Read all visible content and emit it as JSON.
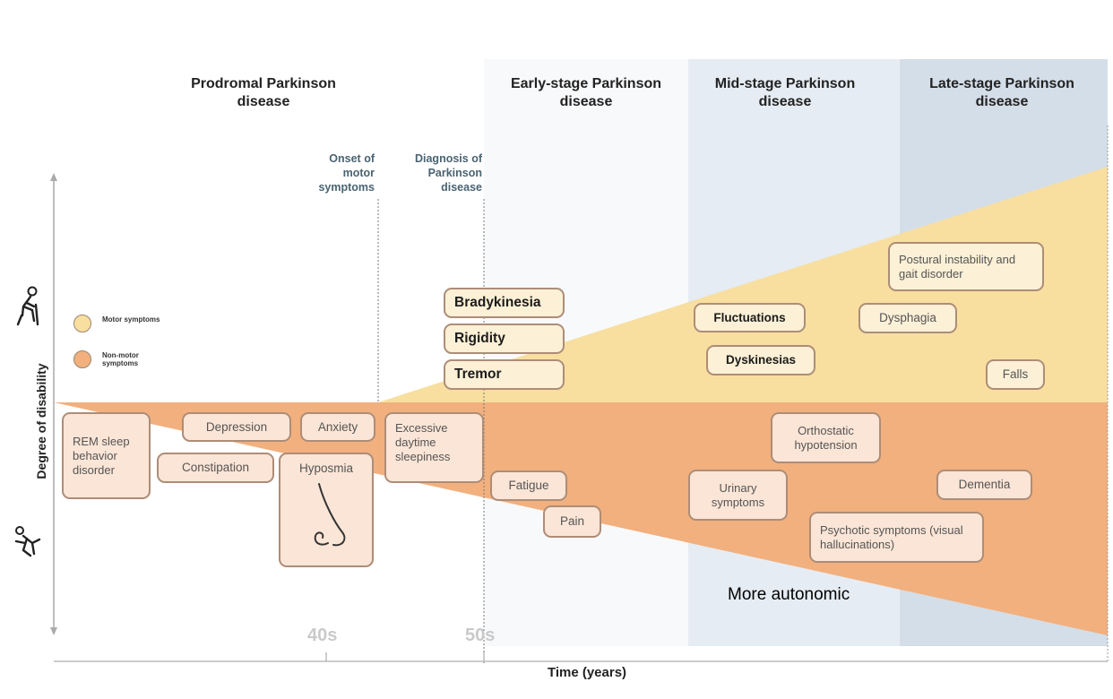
{
  "stages": [
    {
      "id": "prodromal",
      "title": "Prodromal Parkinson disease"
    },
    {
      "id": "early",
      "title": "Early-stage Parkinson disease"
    },
    {
      "id": "mid",
      "title": "Mid-stage Parkinson disease"
    },
    {
      "id": "late",
      "title": "Late-stage Parkinson disease"
    }
  ],
  "markers": {
    "onset": "Onset of motor symptoms",
    "diagnosis": "Diagnosis of Parkinson disease"
  },
  "legend": {
    "motor": "Motor symptoms",
    "nonmotor": "Non-motor symptoms",
    "motor_color": "#f8dfa0",
    "nonmotor_color": "#f1b07e"
  },
  "axis": {
    "y_label": "Degree of disability",
    "x_label": "Time (years)",
    "ticks": [
      "40s",
      "50s"
    ]
  },
  "motor_symptoms": {
    "bradykinesia": "Bradykinesia",
    "rigidity": "Rigidity",
    "tremor": "Tremor",
    "fluctuations": "Fluctuations",
    "dyskinesias": "Dyskinesias",
    "postural": "Postural instability and gait disorder",
    "dysphagia": "Dysphagia",
    "falls": "Falls"
  },
  "nonmotor_symptoms": {
    "rem": "REM sleep behavior disorder",
    "depression": "Depression",
    "anxiety": "Anxiety",
    "constipation": "Constipation",
    "hyposmia": "Hyposmia",
    "sleepiness": "Excessive daytime sleepiness",
    "fatigue": "Fatigue",
    "pain": "Pain",
    "orthostatic": "Orthostatic hypotension",
    "urinary": "Urinary symptoms",
    "dementia": "Dementia",
    "psychotic": "Psychotic symptoms (visual hallucinations)"
  },
  "note": "More autonomic"
}
